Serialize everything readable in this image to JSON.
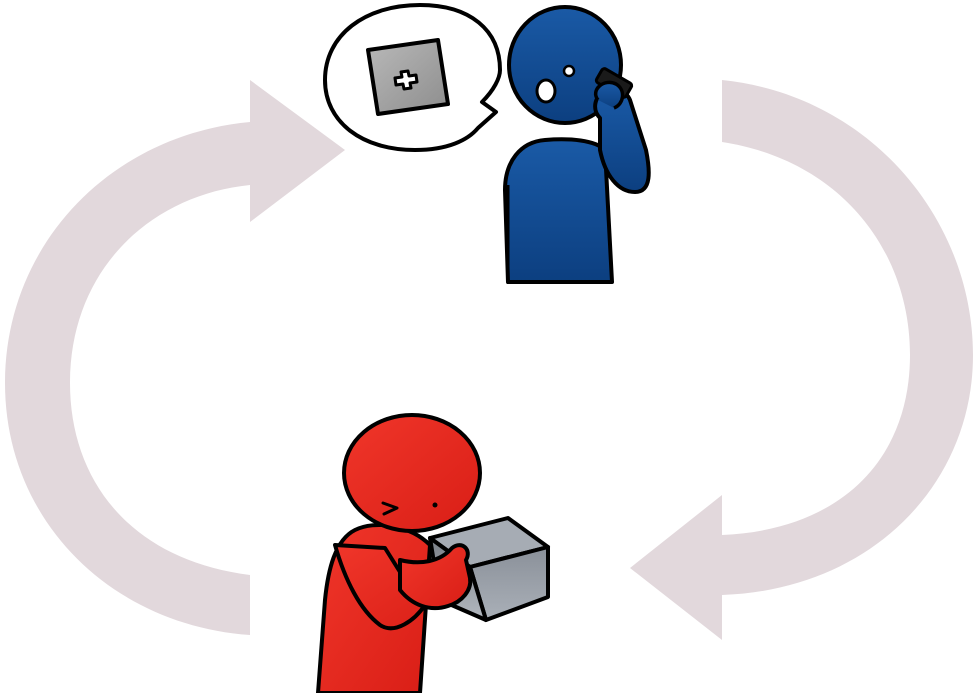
{
  "diagram": {
    "type": "cycle",
    "arrow_color": "#e2d8dc",
    "nodes": [
      {
        "id": "blue-person",
        "color": "#0f4a92",
        "holding": "phone",
        "speech_bubble": {
          "content": "box-with-plus-icon"
        }
      },
      {
        "id": "red-person",
        "color": "#e8281e",
        "holding": "gray-box"
      }
    ],
    "flows": [
      {
        "from": "blue-person",
        "to": "red-person",
        "side": "right"
      },
      {
        "from": "red-person",
        "to": "blue-person",
        "side": "left"
      }
    ]
  }
}
